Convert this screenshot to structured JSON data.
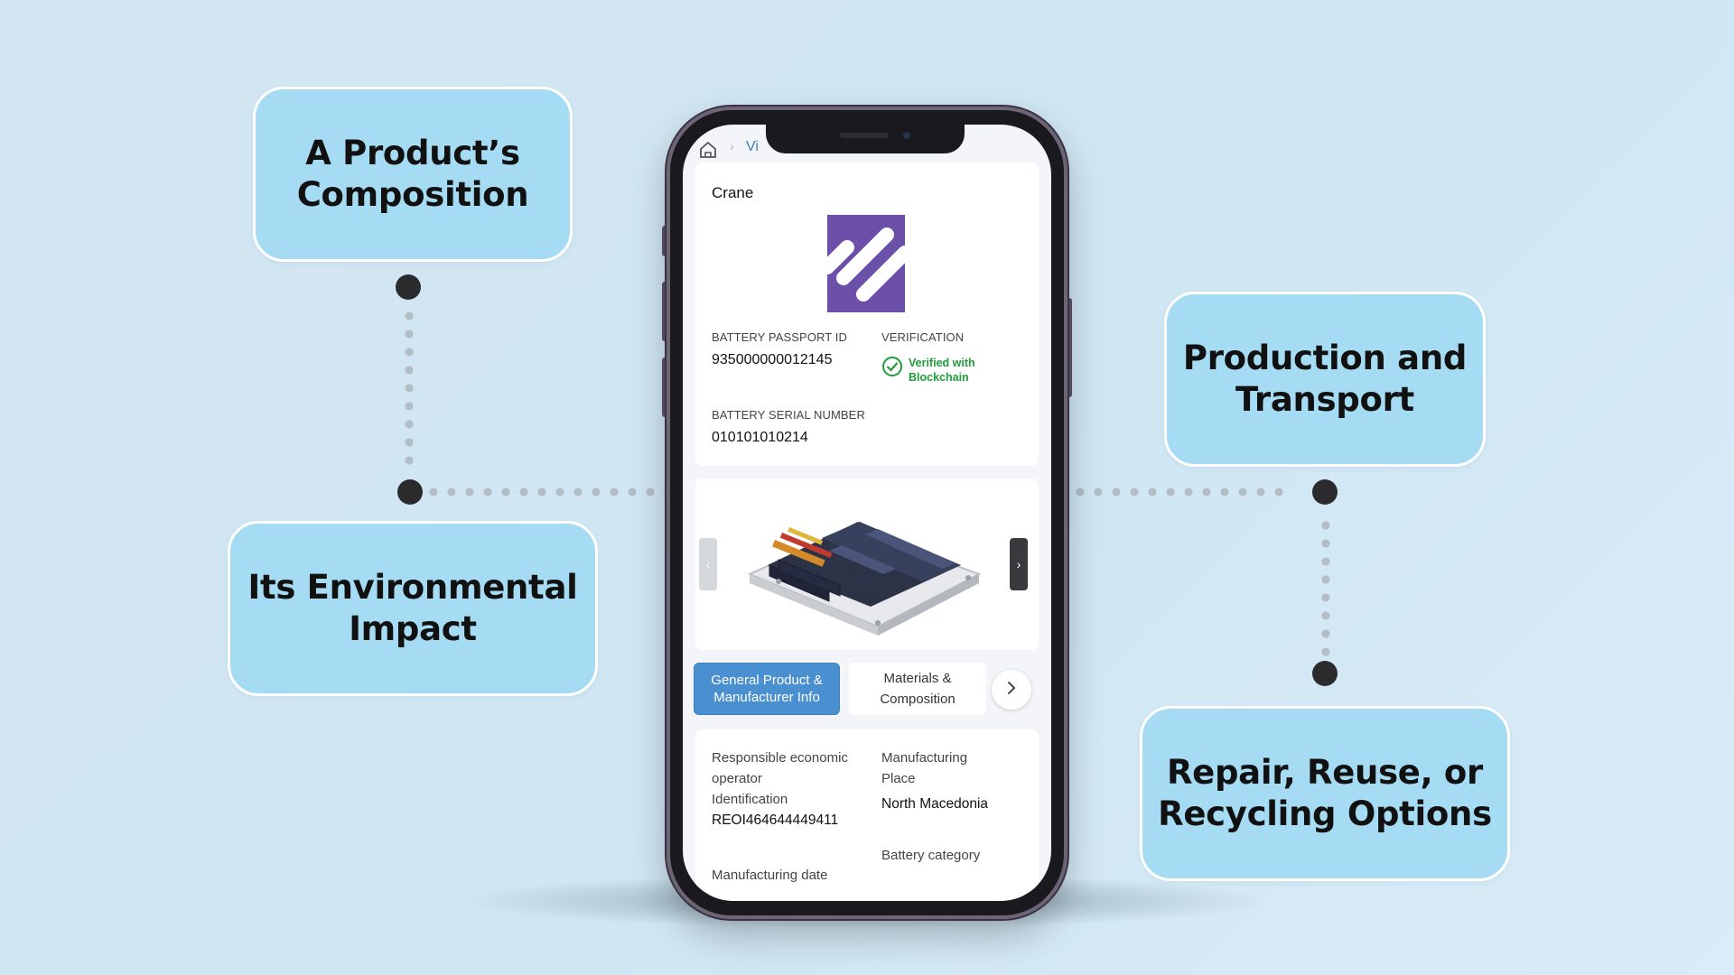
{
  "callouts": {
    "composition": "A Product’s\nComposition",
    "environment": "Its Environmental\nImpact",
    "production": "Production and\nTransport",
    "repair": "Repair, Reuse, or\nRecycling Options"
  },
  "phone": {
    "breadcrumb_link": "Vi",
    "passport": {
      "title": "Crane",
      "passport_id_label": "BATTERY PASSPORT ID",
      "passport_id_value": "935000000012145",
      "verification_label": "VERIFICATION",
      "verification_value": "Verified with\nBlockchain",
      "serial_label": "BATTERY SERIAL NUMBER",
      "serial_value": "010101010214"
    },
    "carousel": {
      "prev": "‹",
      "next": "›"
    },
    "tabs": [
      {
        "label": "General Product &\nManufacturer Info",
        "active": true
      },
      {
        "label": "Materials &\nComposition",
        "active": false
      }
    ],
    "details": {
      "operator_label": "Responsible economic\noperator\nIdentification",
      "operator_value": "REOI464644449411",
      "place_label": "Manufacturing\nPlace",
      "place_value": "North Macedonia",
      "category_label": "Battery category",
      "date_label": "Manufacturing date"
    }
  },
  "colors": {
    "callout_bg": "#a6dcf3",
    "accent_blue": "#4a8fcf",
    "verified_green": "#1f9d3a",
    "logo_purple": "#6b4fa8"
  },
  "icons": [
    "home-icon",
    "chevron-right-icon",
    "check-circle-icon",
    "chevron-left-icon"
  ]
}
